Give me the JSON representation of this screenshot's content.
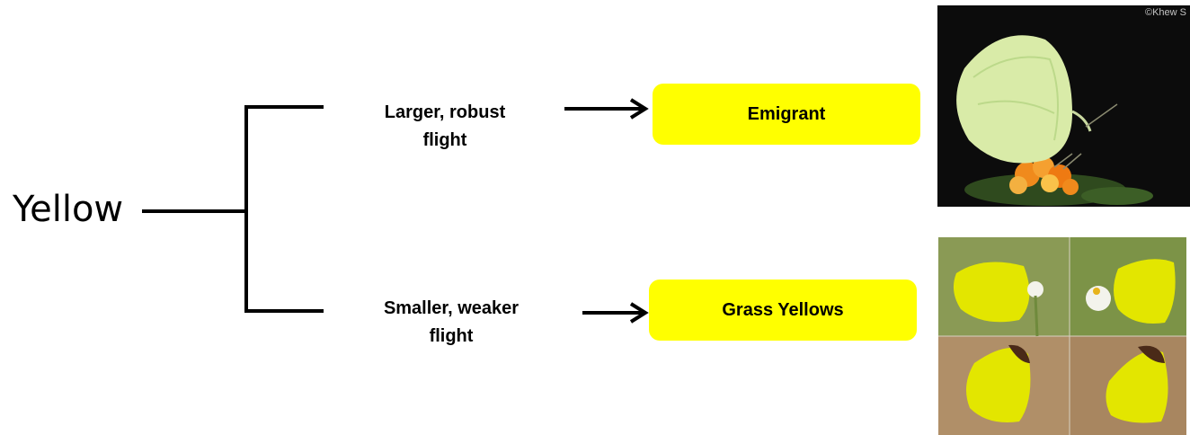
{
  "root": {
    "label": "Yellow"
  },
  "branches": [
    {
      "label_line1": "Larger, robust",
      "label_line2": "flight",
      "result": "Emigrant"
    },
    {
      "label_line1": "Smaller, weaker",
      "label_line2": "flight",
      "result": "Grass Yellows"
    }
  ],
  "photos": {
    "emigrant": {
      "watermark": "©Khew S",
      "bg": "#0c0c0c",
      "butterfly_color": "#d9eba8"
    },
    "grass_yellows": {
      "panels": 4,
      "butterfly_color": "#e3e600"
    }
  },
  "colors": {
    "box_fill": "#ffff00",
    "connector": "#000000"
  }
}
